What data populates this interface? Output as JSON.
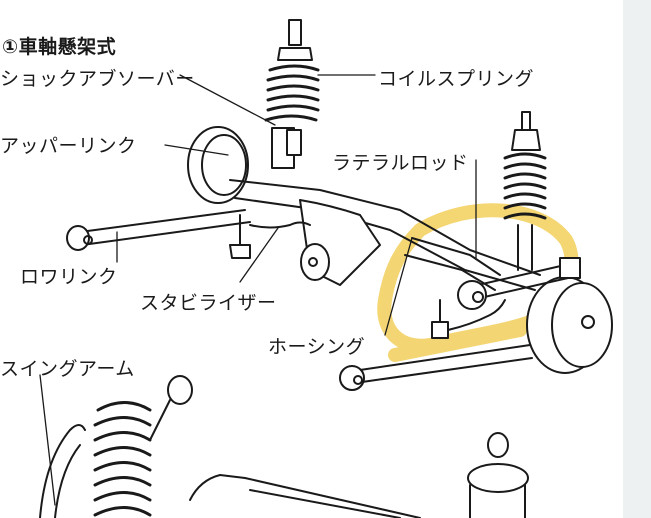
{
  "diagram": {
    "title": "①車軸懸架式",
    "labels": {
      "shock_absorber": "ショックアブソーバー",
      "coil_spring": "コイルスプリング",
      "upper_link": "アッパーリンク",
      "lateral_rod": "ラテラルロッド",
      "lower_link": "ロワリンク",
      "stabilizer": "スタビライザー",
      "housing": "ホーシング",
      "swing_arm": "スイングアーム"
    },
    "highlight_color": "#f2cf5b",
    "line_color": "#1a1a1a",
    "side_panel_color": "#eef1f2"
  }
}
